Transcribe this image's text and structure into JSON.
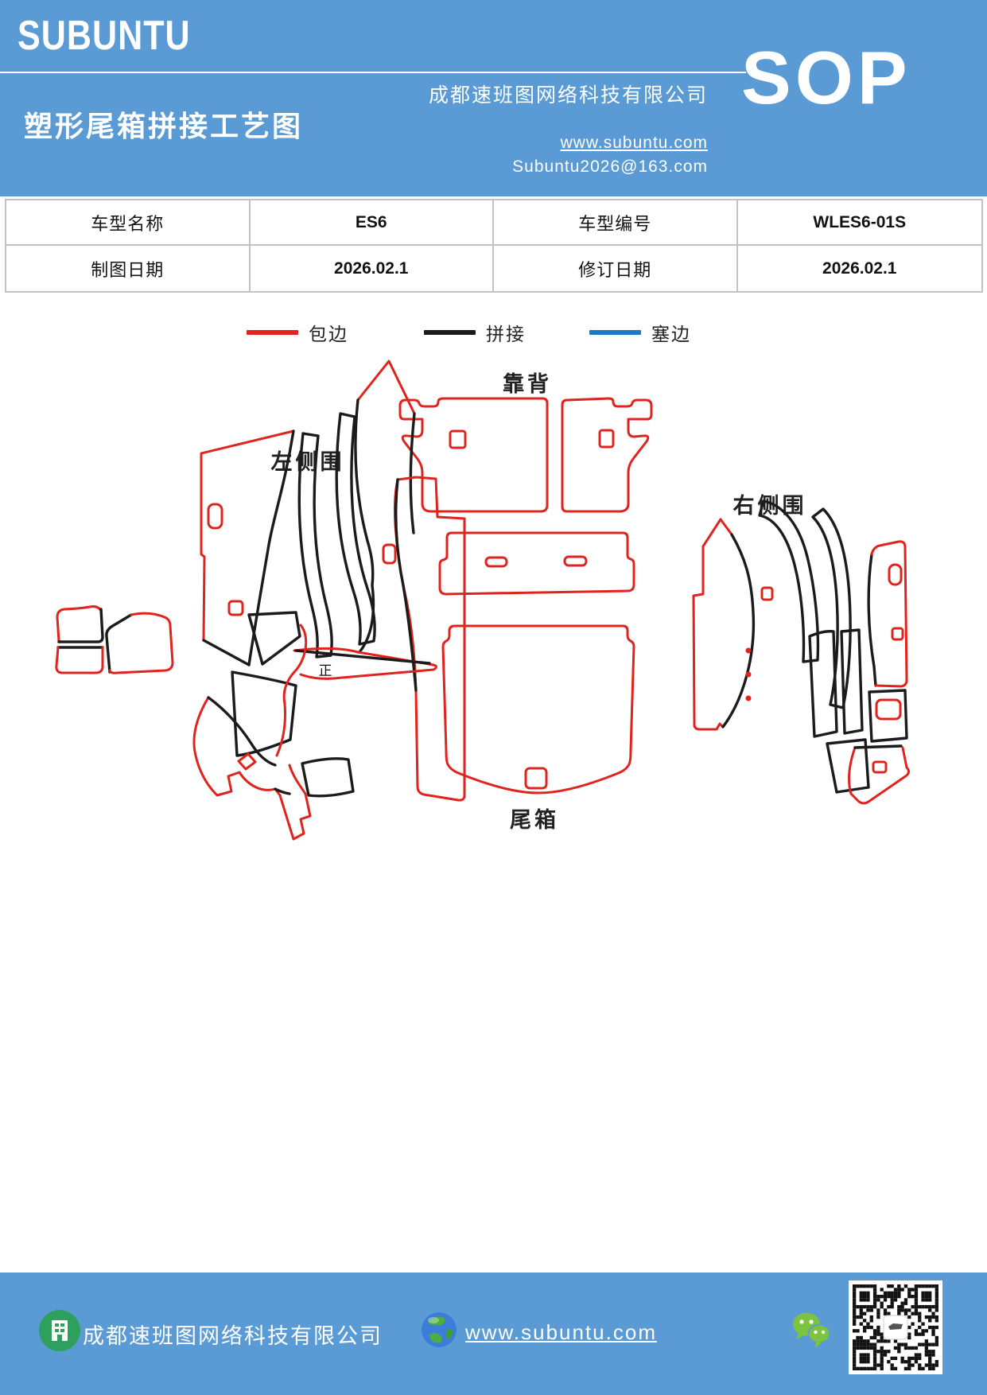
{
  "colors": {
    "header_blue": "#5B9BD5",
    "accent_red": "#E0241D",
    "line_black": "#1b1b1b",
    "legend_blue": "#1F78C6",
    "table_border": "#c3c3c3",
    "building_icon_green": "#2EA05E",
    "wechat_green": "#7CC33F"
  },
  "header": {
    "logo": "SUBUNTU",
    "title": "塑形尾箱拼接工艺图",
    "company": "成都速班图网络科技有限公司",
    "website": "www.subuntu.com",
    "email": "Subuntu2026@163.com",
    "sop": "SOP"
  },
  "info_table": {
    "rows": [
      {
        "cells": [
          "车型名称",
          "ES6",
          "车型编号",
          "WLES6-01S"
        ]
      },
      {
        "cells": [
          "制图日期",
          "2026.02.1",
          "修订日期",
          "2026.02.1"
        ]
      }
    ]
  },
  "legend": {
    "items": [
      {
        "name": "包边",
        "color": "#E0241D"
      },
      {
        "name": "拼接",
        "color": "#1b1b1b"
      },
      {
        "name": "塞边",
        "color": "#1F78C6"
      }
    ]
  },
  "diagram": {
    "labels": {
      "backrest": "靠背",
      "left_side": "左侧围",
      "right_side": "右侧围",
      "trunk": "尾箱",
      "tally_mark": "正"
    }
  },
  "footer": {
    "company": "成都速班图网络科技有限公司",
    "website": "www.subuntu.com"
  }
}
